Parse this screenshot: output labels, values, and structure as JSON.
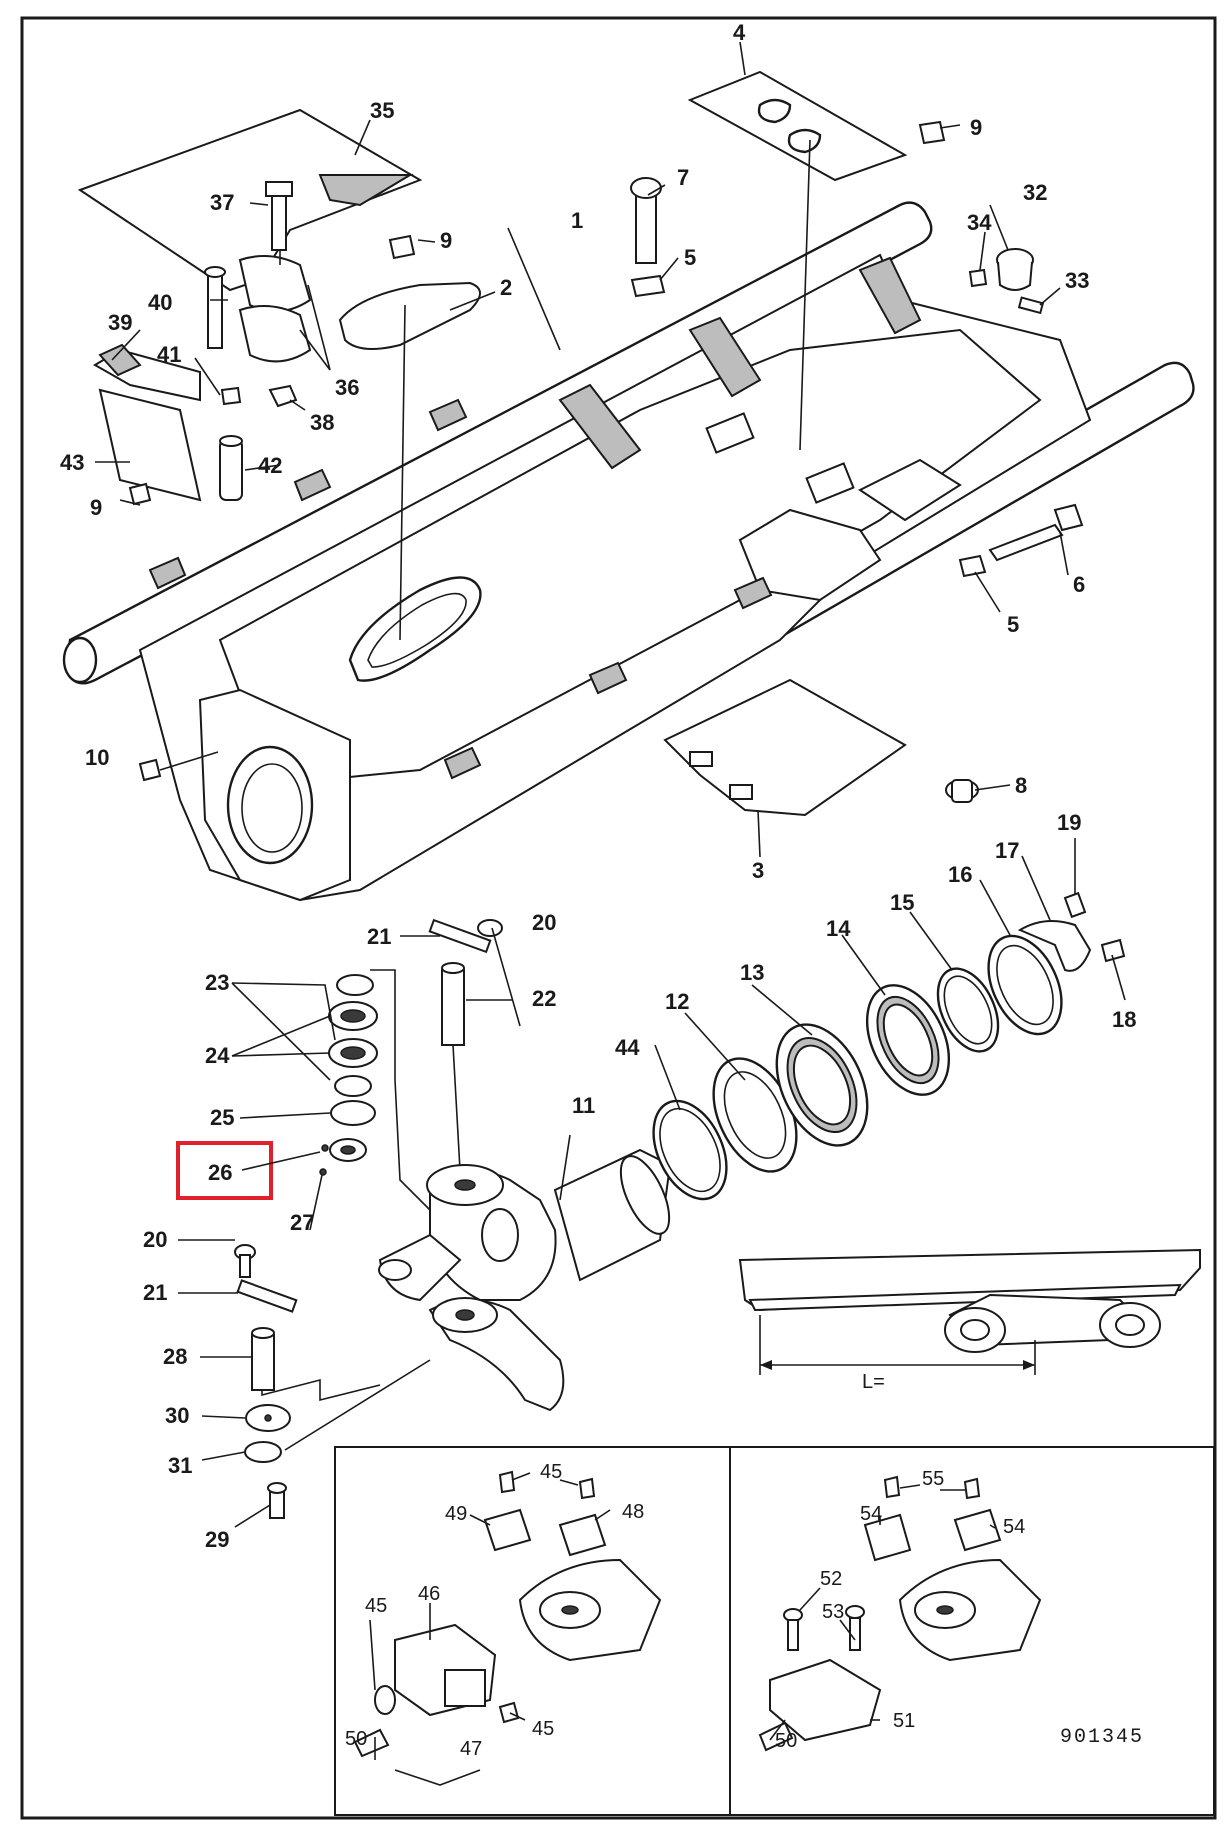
{
  "figure_ref": "901345",
  "highlight": {
    "label": "26",
    "color": "#e0202a"
  },
  "detail_dimension_label": "L=",
  "callouts": [
    "1",
    "2",
    "3",
    "4",
    "5",
    "5",
    "6",
    "7",
    "8",
    "9",
    "9",
    "9",
    "10",
    "11",
    "12",
    "13",
    "14",
    "15",
    "16",
    "17",
    "18",
    "19",
    "20",
    "20",
    "21",
    "21",
    "22",
    "23",
    "24",
    "25",
    "26",
    "27",
    "28",
    "29",
    "30",
    "31",
    "32",
    "33",
    "34",
    "35",
    "36",
    "37",
    "38",
    "39",
    "40",
    "41",
    "42",
    "43",
    "44",
    "45",
    "45",
    "45",
    "46",
    "47",
    "48",
    "49",
    "50",
    "50",
    "51",
    "52",
    "53",
    "54",
    "54",
    "55"
  ]
}
